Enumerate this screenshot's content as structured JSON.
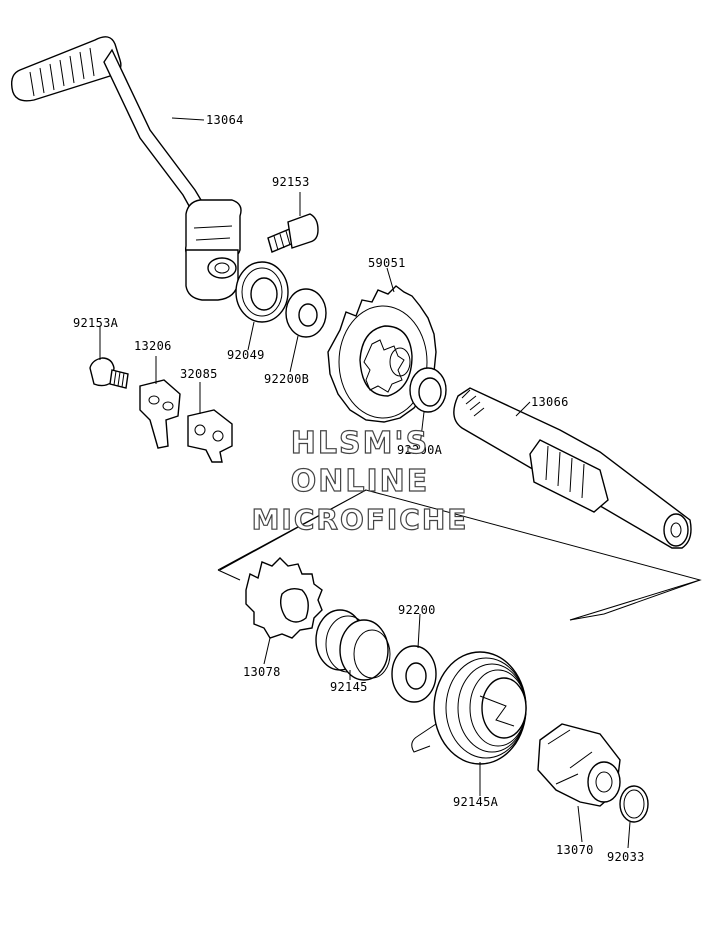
{
  "labels": {
    "p13064": "13064",
    "p92153": "92153",
    "p59051": "59051",
    "p92049": "92049",
    "p92200B": "92200B",
    "p92153A": "92153A",
    "p13206": "13206",
    "p32085": "32085",
    "p13066": "13066",
    "p92200A": "92200A",
    "p92200": "92200",
    "p13078": "13078",
    "p92145": "92145",
    "p92145A": "92145A",
    "p13070": "13070",
    "p92033": "92033"
  },
  "watermark": {
    "line1": "HLSM'S",
    "line2": "ONLINE",
    "line3": "MICROFICHE"
  }
}
